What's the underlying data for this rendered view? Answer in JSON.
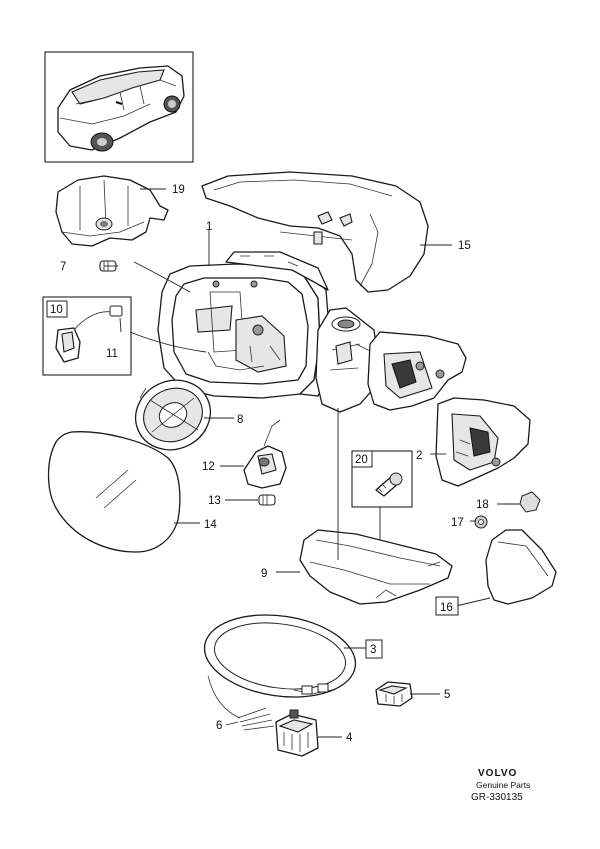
{
  "diagram": {
    "callouts": [
      {
        "id": "p1",
        "label": "1",
        "boxed": false
      },
      {
        "id": "p2",
        "label": "2",
        "boxed": false
      },
      {
        "id": "p3",
        "label": "3",
        "boxed": true
      },
      {
        "id": "p4",
        "label": "4",
        "boxed": false
      },
      {
        "id": "p5",
        "label": "5",
        "boxed": false
      },
      {
        "id": "p6",
        "label": "6",
        "boxed": false
      },
      {
        "id": "p7",
        "label": "7",
        "boxed": false
      },
      {
        "id": "p8",
        "label": "8",
        "boxed": false
      },
      {
        "id": "p9",
        "label": "9",
        "boxed": false
      },
      {
        "id": "p10",
        "label": "10",
        "boxed": true
      },
      {
        "id": "p11",
        "label": "11",
        "boxed": false
      },
      {
        "id": "p12",
        "label": "12",
        "boxed": false
      },
      {
        "id": "p13",
        "label": "13",
        "boxed": false
      },
      {
        "id": "p14",
        "label": "14",
        "boxed": false
      },
      {
        "id": "p15",
        "label": "15",
        "boxed": false
      },
      {
        "id": "p16",
        "label": "16",
        "boxed": true
      },
      {
        "id": "p17",
        "label": "17",
        "boxed": false
      },
      {
        "id": "p18",
        "label": "18",
        "boxed": false
      },
      {
        "id": "p19",
        "label": "19",
        "boxed": false
      },
      {
        "id": "p20",
        "label": "20",
        "boxed": true
      }
    ]
  },
  "footer": {
    "brand": "VOLVO",
    "subtitle": "Genuine Parts",
    "reference": "GR-330135"
  }
}
